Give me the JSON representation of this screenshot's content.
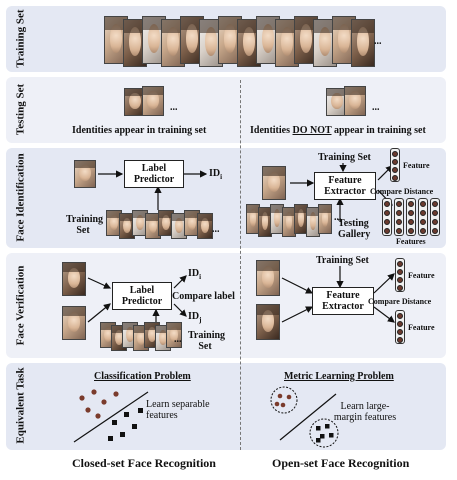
{
  "rows": {
    "training": "Training Set",
    "testing": "Testing Set",
    "identification": "Face Identification",
    "verification": "Face Verification",
    "task": "Equivalent Task"
  },
  "testing": {
    "closed_caption": "Identities appear in training set",
    "open_caption_pre": "Identities ",
    "open_caption_emph": "DO NOT",
    "open_caption_post": " appear in training set"
  },
  "identification": {
    "label_predictor": "Label Predictor",
    "id_label": "ID",
    "id_sub": "i",
    "training_set": "Training Set",
    "training_set_top": "Training Set",
    "feature_extractor": "Feature Extractor",
    "feature": "Feature",
    "compare_distance": "Compare Distance",
    "features": "Features",
    "testing_gallery": "Testing Gallery"
  },
  "verification": {
    "label_predictor": "Label Predictor",
    "id_i": "ID",
    "id_i_sub": "i",
    "id_j": "ID",
    "id_j_sub": "j",
    "compare_label": "Compare label",
    "training_set": "Training Set",
    "training_set_top": "Training Set",
    "feature_extractor": "Feature Extractor",
    "feature_top": "Feature",
    "feature_bottom": "Feature",
    "compare_distance": "Compare Distance"
  },
  "task": {
    "closed_title": "Classification Problem",
    "closed_desc": "Learn separable features",
    "open_title": "Metric Learning Problem",
    "open_desc": "Learn large-margin features"
  },
  "footer": {
    "closed": "Closed-set Face Recognition",
    "open": "Open-set Face Recognition"
  },
  "ellipsis": "...",
  "colors": {
    "panel": "#e4e8f3",
    "panel_light": "#eef0f7",
    "feature_dot": "#6b3a2e"
  }
}
